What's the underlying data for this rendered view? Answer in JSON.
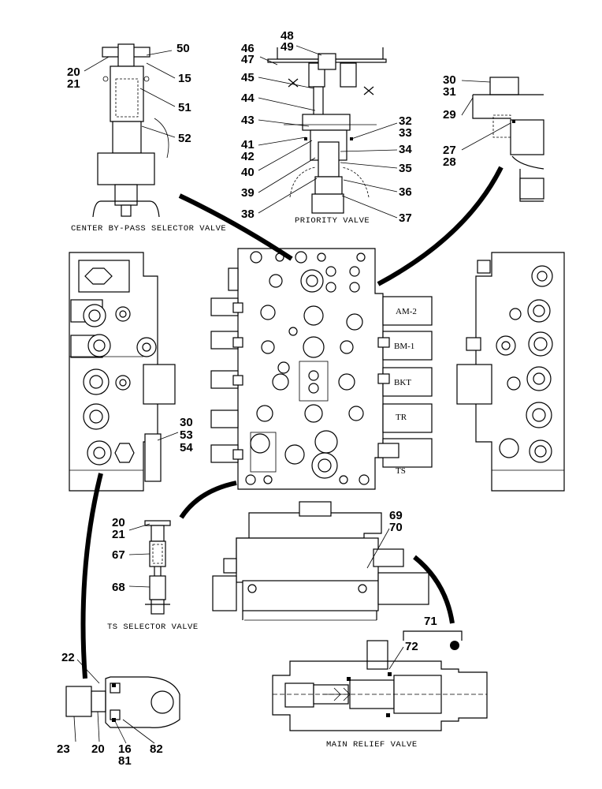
{
  "captions": {
    "center_bypass": "CENTER  BY-PASS  SELECTOR  VALVE",
    "priority": "PRIORITY  VALVE",
    "ts_selector": "TS  SELECTOR  VALVE",
    "main_relief": "MAIN  RELIEF  VALVE"
  },
  "sections": {
    "am2": "AM-2",
    "bm1": "BM-1",
    "bkt": "BKT",
    "tr": "TR",
    "ts": "TS"
  },
  "callouts": {
    "c50": "50",
    "c20a": "20",
    "c21a": "21",
    "c15": "15",
    "c51": "51",
    "c52": "52",
    "c48": "48",
    "c49": "49",
    "c46": "46",
    "c47": "47",
    "c45": "45",
    "c44": "44",
    "c43": "43",
    "c41": "41",
    "c42": "42",
    "c40": "40",
    "c39": "39",
    "c38": "38",
    "c32": "32",
    "c33": "33",
    "c34": "34",
    "c35": "35",
    "c36": "36",
    "c37": "37",
    "c30a": "30",
    "c31": "31",
    "c29": "29",
    "c27": "27",
    "c28": "28",
    "c30b": "30",
    "c53": "53",
    "c54": "54",
    "c20b": "20",
    "c21b": "21",
    "c67": "67",
    "c68": "68",
    "c69": "69",
    "c70": "70",
    "c71": "71",
    "c72": "72",
    "c22": "22",
    "c23": "23",
    "c20c": "20",
    "c16": "16",
    "c81": "81",
    "c82": "82"
  }
}
